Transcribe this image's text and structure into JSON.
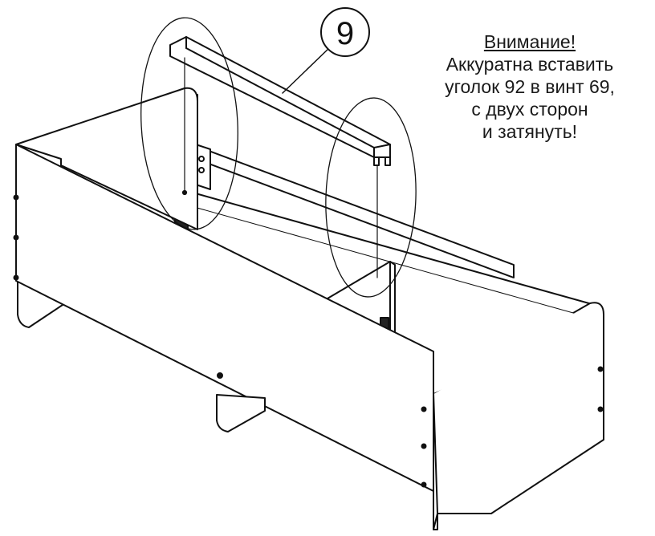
{
  "callout": {
    "part_number": "9"
  },
  "note": {
    "title": "Внимание!",
    "lines": [
      "Аккуратна вставить",
      "уголок 92 в винт 69,",
      "с двух сторон",
      "и затянуть!"
    ]
  },
  "colors": {
    "line": "#111111",
    "background": "#ffffff"
  }
}
